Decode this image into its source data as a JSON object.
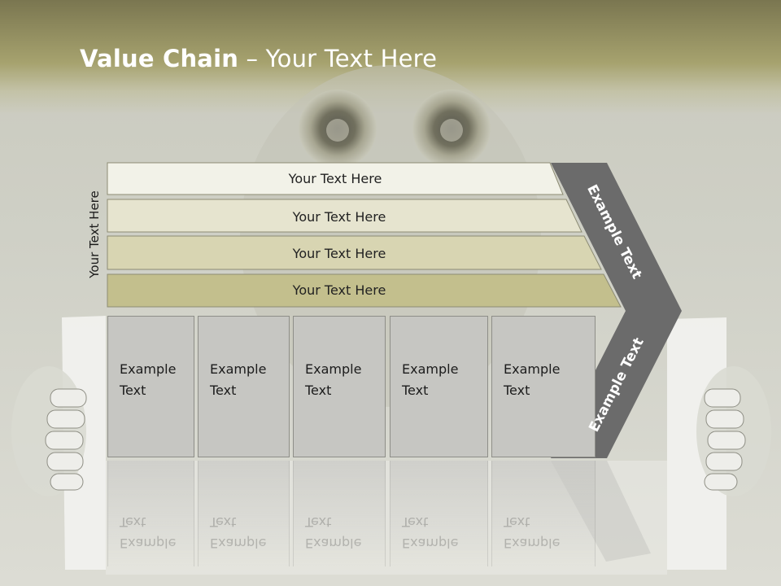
{
  "slide": {
    "title_bold": "Value Chain",
    "title_rest": " – Your Text Here",
    "side_label": "Your Text Here",
    "rows": [
      "Your Text Here",
      "Your Text Here",
      "Your Text Here",
      "Your Text Here"
    ],
    "cells": [
      {
        "line1": "Example",
        "line2": "Text"
      },
      {
        "line1": "Example",
        "line2": "Text"
      },
      {
        "line1": "Example",
        "line2": "Text"
      },
      {
        "line1": "Example",
        "line2": "Text"
      },
      {
        "line1": "Example",
        "line2": "Text"
      }
    ],
    "chevron_top": "Example Text",
    "chevron_bottom": "Example Text"
  },
  "colors": {
    "header": "#7a7650",
    "row1": "#f2f2e8",
    "row2": "#e6e4cf",
    "row3": "#d8d5b2",
    "row4": "#c3bf8d",
    "chevron": "#6b6b6b",
    "cell": "#c6c6c2"
  }
}
